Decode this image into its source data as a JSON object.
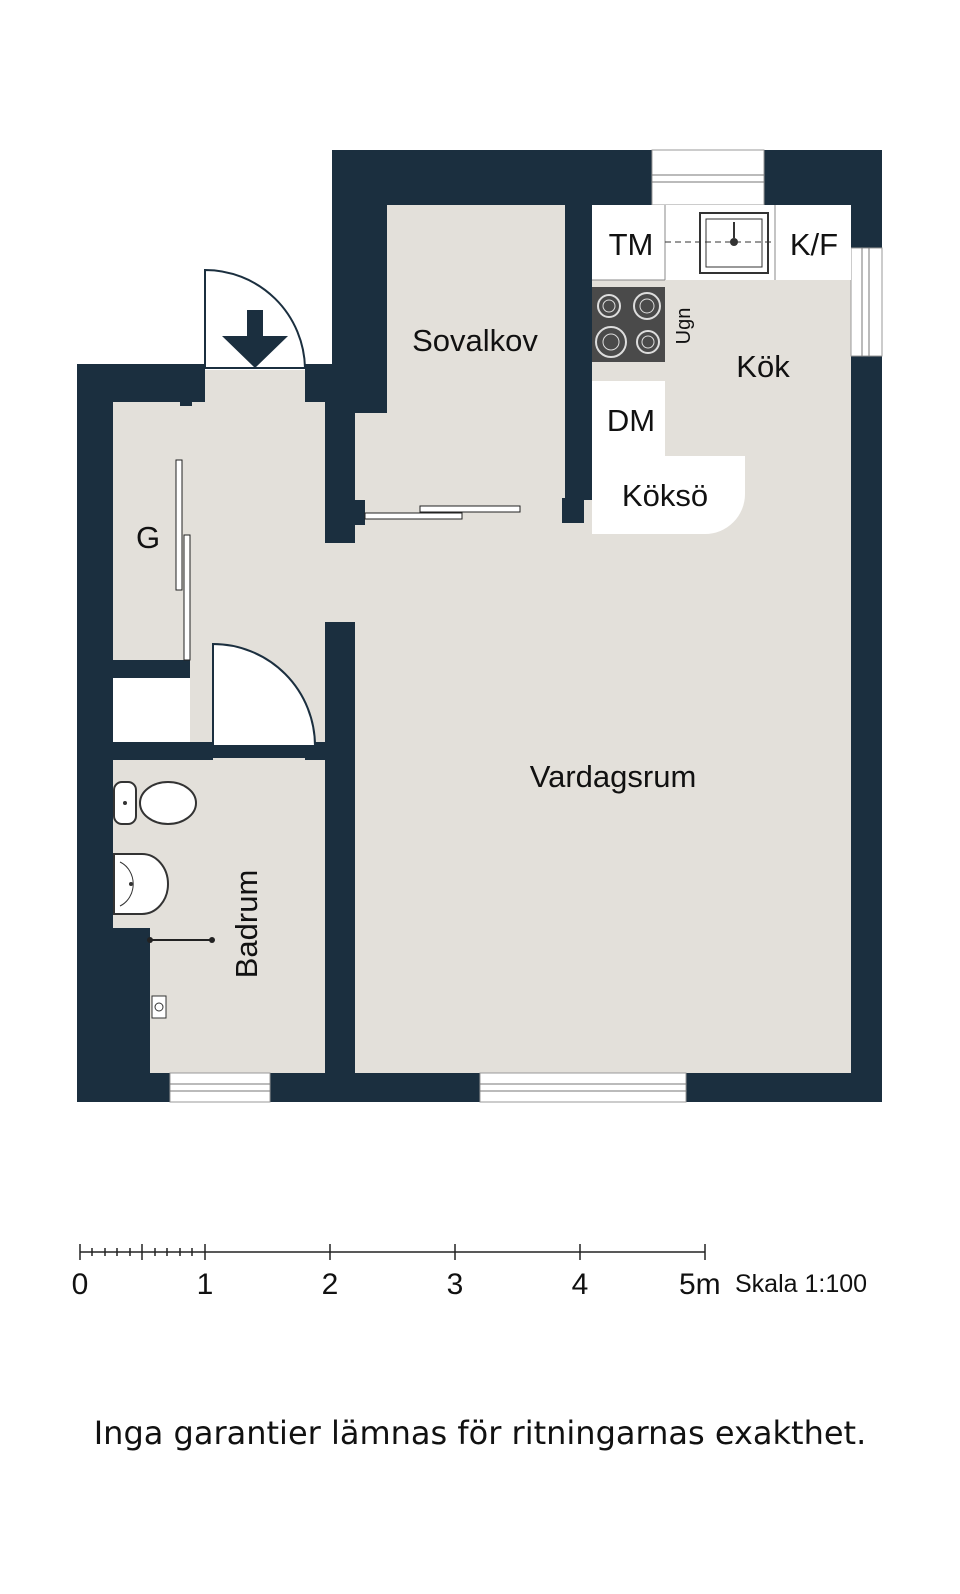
{
  "colors": {
    "wall": "#1b2f3f",
    "floor": "#e3e0da",
    "appliance_fill": "#ffffff",
    "stove": "#4a4a4a"
  },
  "rooms": {
    "sovalkov": "Sovalkov",
    "kok": "Kök",
    "vardagsrum": "Vardagsrum",
    "badrum": "Badrum",
    "garderob": "G"
  },
  "fixtures": {
    "tm": "TM",
    "kf": "K/F",
    "ugn": "Ugn",
    "dm": "DM",
    "kokso": "Köksö"
  },
  "entrance": {
    "icon": "entrance-arrow-icon"
  },
  "scale_bar": {
    "ticks": [
      "0",
      "1",
      "2",
      "3",
      "4",
      "5m"
    ],
    "label": "Skala 1:100"
  },
  "disclaimer": "Inga garantier lämnas för ritningarnas exakthet."
}
